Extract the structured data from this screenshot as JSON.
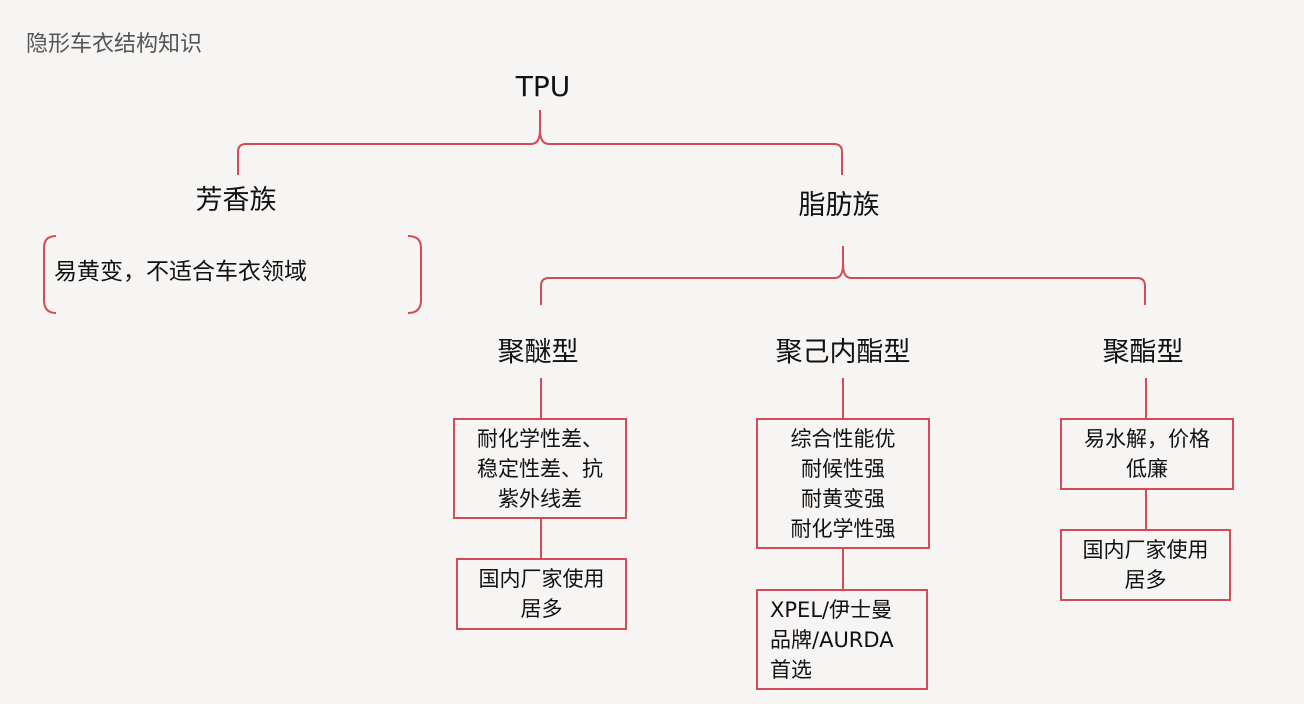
{
  "title": "隐形车衣结构知识",
  "root": "TPU",
  "aromatic": {
    "label": "芳香族",
    "note": "易黄变，不适合车衣领域"
  },
  "aliphatic": {
    "label": "脂肪族",
    "types": [
      {
        "label": "聚醚型",
        "boxes": [
          [
            "耐化学性差、",
            "稳定性差、抗",
            "紫外线差"
          ],
          [
            "国内厂家使用",
            "居多"
          ]
        ]
      },
      {
        "label": "聚己内酯型",
        "boxes": [
          [
            "综合性能优",
            "耐候性强",
            "耐黄变强",
            "耐化学性强"
          ],
          [
            "XPEL/伊士曼",
            "品牌/AURDA",
            "首选"
          ]
        ]
      },
      {
        "label": "聚酯型",
        "boxes": [
          [
            "易水解，价格",
            "低廉"
          ],
          [
            "国内厂家使用",
            "居多"
          ]
        ]
      }
    ]
  },
  "colors": {
    "line": "#d64a56",
    "background": "#f7f5f3",
    "title": "#555555"
  }
}
